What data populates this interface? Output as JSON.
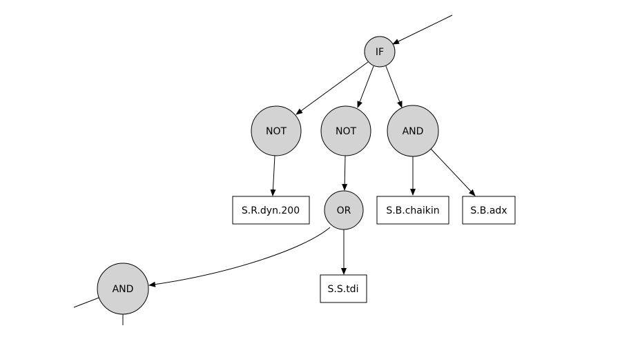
{
  "diagram": {
    "nodes": [
      {
        "id": "if",
        "label": "IF",
        "shape": "circle"
      },
      {
        "id": "not1",
        "label": "NOT",
        "shape": "circle"
      },
      {
        "id": "not2",
        "label": "NOT",
        "shape": "circle"
      },
      {
        "id": "and1",
        "label": "AND",
        "shape": "circle"
      },
      {
        "id": "rdyn",
        "label": "S.R.dyn.200",
        "shape": "box"
      },
      {
        "id": "or",
        "label": "OR",
        "shape": "circle"
      },
      {
        "id": "chaikin",
        "label": "S.B.chaikin",
        "shape": "box"
      },
      {
        "id": "adx",
        "label": "S.B.adx",
        "shape": "box"
      },
      {
        "id": "tdi",
        "label": "S.S.tdi",
        "shape": "box"
      },
      {
        "id": "and2",
        "label": "AND",
        "shape": "circle"
      }
    ],
    "edges": [
      {
        "from": "parent",
        "to": "if"
      },
      {
        "from": "if",
        "to": "not1"
      },
      {
        "from": "if",
        "to": "not2"
      },
      {
        "from": "if",
        "to": "and1"
      },
      {
        "from": "not1",
        "to": "rdyn"
      },
      {
        "from": "not2",
        "to": "or"
      },
      {
        "from": "and1",
        "to": "chaikin"
      },
      {
        "from": "and1",
        "to": "adx"
      },
      {
        "from": "or",
        "to": "and2"
      },
      {
        "from": "or",
        "to": "tdi"
      }
    ],
    "colors": {
      "operator_fill": "#d3d3d3",
      "leaf_fill": "#ffffff",
      "stroke": "#000000"
    }
  }
}
